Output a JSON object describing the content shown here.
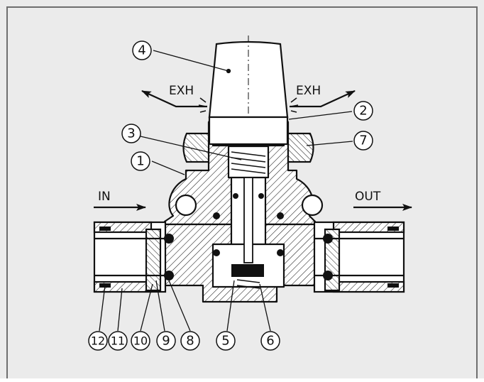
{
  "diagram": {
    "background_color": "#ebebeb",
    "frame_color": "#6e6e6e",
    "callouts": [
      "1",
      "2",
      "3",
      "4",
      "5",
      "6",
      "7",
      "8",
      "9",
      "10",
      "11",
      "12"
    ],
    "flow_labels": {
      "inlet": "IN",
      "outlet": "OUT",
      "exhaust_left": "EXH",
      "exhaust_right": "EXH"
    }
  }
}
